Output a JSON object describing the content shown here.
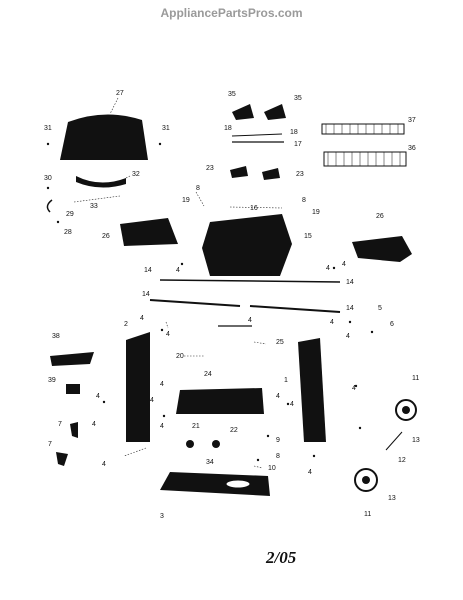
{
  "header": {
    "watermark": "AppliancePartsPros.com"
  },
  "footer": {
    "revision_date": "2/05"
  },
  "callouts": {
    "c1": "1",
    "c2": "2",
    "c3": "3",
    "c4a": "4",
    "c4b": "4",
    "c4c": "4",
    "c4d": "4",
    "c4e": "4",
    "c4f": "4",
    "c4g": "4",
    "c4h": "4",
    "c4i": "4",
    "c4j": "4",
    "c4k": "4",
    "c4l": "4",
    "c4m": "4",
    "c4n": "4",
    "c4o": "4",
    "c4p": "4",
    "c4q": "4",
    "c4r": "4",
    "c5": "5",
    "c6": "6",
    "c7a": "7",
    "c7b": "7",
    "c8a": "8",
    "c8b": "8",
    "c8c": "8",
    "c9": "9",
    "c10": "10",
    "c11a": "11",
    "c11b": "11",
    "c12": "12",
    "c13a": "13",
    "c13b": "13",
    "c14a": "14",
    "c14b": "14",
    "c14c": "14",
    "c14d": "14",
    "c15": "15",
    "c16": "16",
    "c17": "17",
    "c18": "18",
    "c19a": "19",
    "c19b": "19",
    "c20": "20",
    "c21": "21",
    "c22": "22",
    "c23a": "23",
    "c23b": "23",
    "c24": "24",
    "c25": "25",
    "c26a": "26",
    "c26b": "26",
    "c27": "27",
    "c28": "28",
    "c29": "29",
    "c30": "30",
    "c31a": "31",
    "c31b": "31",
    "c32": "32",
    "c33": "33",
    "c34": "34",
    "c35a": "35",
    "c35b": "35",
    "c36": "36",
    "c37": "37",
    "c38": "38",
    "c39": "39"
  }
}
